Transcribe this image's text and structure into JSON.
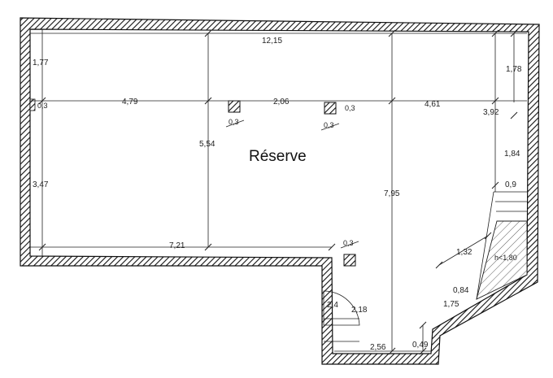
{
  "plan": {
    "room_name": "Réserve",
    "stair_note": "h<1,80",
    "dimensions": {
      "top_width": "12,15",
      "left_upper_height": "1,77",
      "left_lower_height": "3,47",
      "col_left": "0,3",
      "span_left": "4,79",
      "pillar_1": "0,3",
      "span_mid": "2,06",
      "pillar_2": "0,3",
      "col_right": "0,3",
      "span_right": "4,61",
      "right_upper_height": "1,78",
      "right_width_upper": "3,92",
      "right_mid_height": "1,84",
      "stair_width": "0,9",
      "mid_height": "5,54",
      "full_height_right": "7,95",
      "bottom_left_width": "7,21",
      "pillar_3": "0,3",
      "diag_upper": "1,32",
      "diag_mid": "0,84",
      "diag_lower": "1,75",
      "alcove_width": "2,4",
      "alcove_door": "2,18",
      "bottom_width": "2,56",
      "bottom_small": "0,49"
    }
  }
}
